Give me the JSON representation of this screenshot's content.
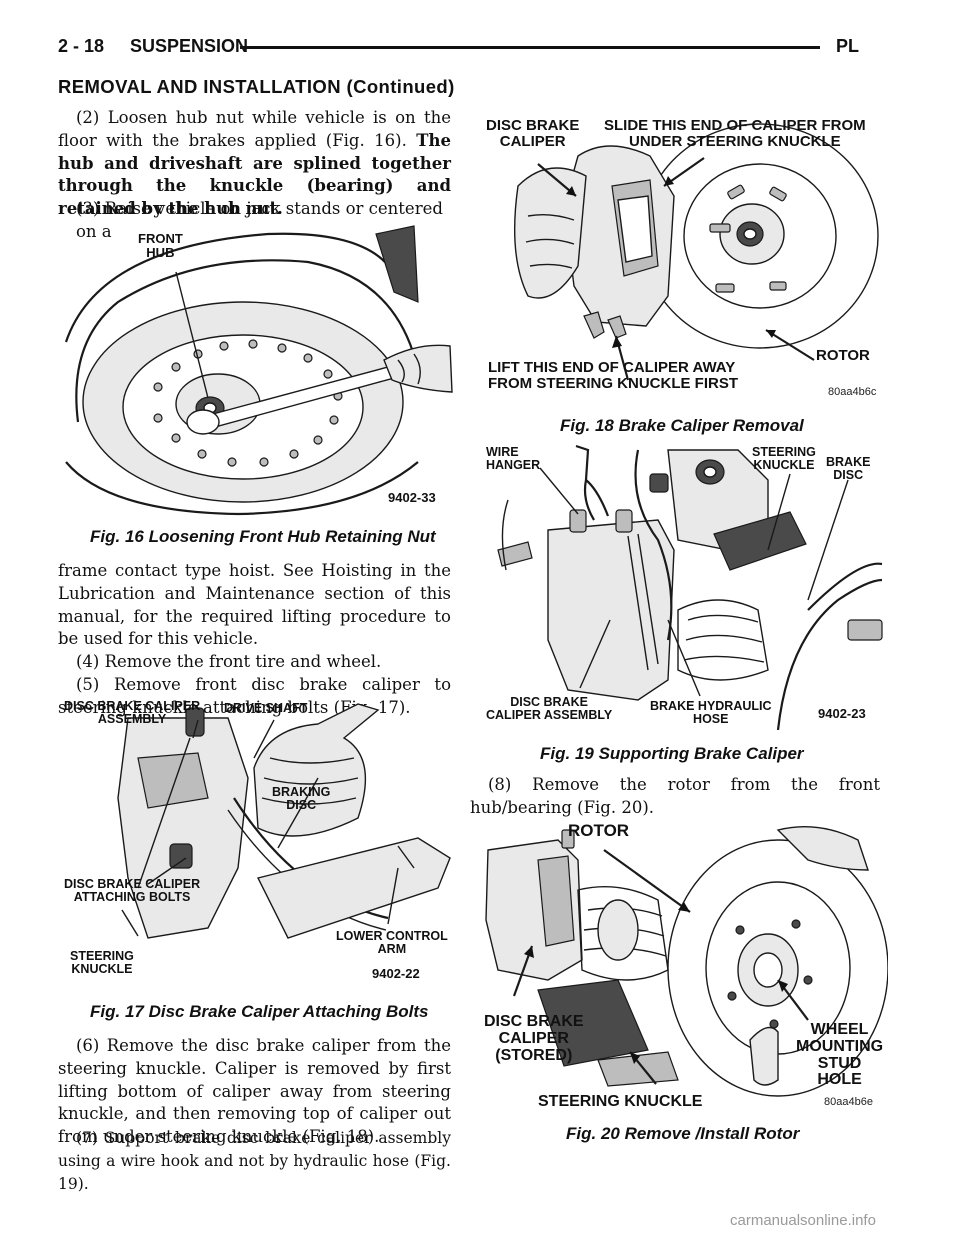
{
  "header": {
    "page_number": "2 - 18",
    "section": "SUSPENSION",
    "code": "PL",
    "subtitle": "REMOVAL AND INSTALLATION (Continued)"
  },
  "left_column": {
    "step2_normal": "(2) Loosen hub nut while vehicle is on the floor with the brakes applied (Fig. 16).",
    "step2_bold": "The hub and driveshaft are splined together through the knuckle (bearing) and retained by the hub nut.",
    "step3_start": "(3) Raise vehicle on jack stands or centered on a",
    "step3_cont": "frame contact type hoist. See Hoisting in the Lubrication and Maintenance section of this manual, for the required lifting procedure to be used for this vehicle.",
    "step4": "(4) Remove the front tire and wheel.",
    "step5": "(5) Remove front disc brake caliper to steering knuckle attaching bolts (Fig. 17).",
    "step6": "(6) Remove the disc brake caliper from the steering knuckle. Caliper is removed by first lifting bottom of caliper away from steering knuckle, and then removing top of caliper out from under steering knuckle (Fig. 18).",
    "step7": "(7) Support brake disc brake caliper assembly using a wire hook and not by hydraulic hose (Fig. 19)."
  },
  "right_column": {
    "step8": "(8) Remove the rotor from the front hub/bearing (Fig. 20)."
  },
  "figures": {
    "fig16": {
      "caption": "Fig. 16 Loosening Front Hub Retaining Nut",
      "label_front_hub_1": "FRONT",
      "label_front_hub_2": "HUB",
      "code": "9402-33"
    },
    "fig17": {
      "caption": "Fig. 17 Disc Brake Caliper Attaching Bolts",
      "label_caliper_assembly_1": "DISC BRAKE CALIPER",
      "label_caliper_assembly_2": "ASSEMBLY",
      "label_drive_shaft": "DRIVE SHAFT",
      "label_braking_disc_1": "BRAKING",
      "label_braking_disc_2": "DISC",
      "label_attaching_bolts_1": "DISC BRAKE CALIPER",
      "label_attaching_bolts_2": "ATTACHING BOLTS",
      "label_steering_knuckle_1": "STEERING",
      "label_steering_knuckle_2": "KNUCKLE",
      "label_lower_control_arm_1": "LOWER CONTROL",
      "label_lower_control_arm_2": "ARM",
      "code": "9402-22"
    },
    "fig18": {
      "caption": "Fig. 18 Brake Caliper Removal",
      "label_caliper_1": "DISC BRAKE",
      "label_caliper_2": "CALIPER",
      "label_slide_1": "SLIDE THIS END OF CALIPER FROM",
      "label_slide_2": "UNDER STEERING KNUCKLE",
      "label_lift_1": "LIFT THIS END OF CALIPER AWAY",
      "label_lift_2": "FROM STEERING KNUCKLE FIRST",
      "label_rotor": "ROTOR",
      "code": "80aa4b6c"
    },
    "fig19": {
      "caption": "Fig. 19 Supporting Brake Caliper",
      "label_wire_hanger_1": "WIRE",
      "label_wire_hanger_2": "HANGER",
      "label_steering_knuckle_1": "STEERING",
      "label_steering_knuckle_2": "KNUCKLE",
      "label_brake_disc_1": "BRAKE",
      "label_brake_disc_2": "DISC",
      "label_caliper_assembly_1": "DISC BRAKE",
      "label_caliper_assembly_2": "CALIPER ASSEMBLY",
      "label_hydraulic_hose_1": "BRAKE HYDRAULIC",
      "label_hydraulic_hose_2": "HOSE",
      "code": "9402-23"
    },
    "fig20": {
      "caption": "Fig. 20 Remove /Install Rotor",
      "label_rotor": "ROTOR",
      "label_caliper_1": "DISC BRAKE",
      "label_caliper_2": "CALIPER",
      "label_caliper_3": "(STORED)",
      "label_wheel_stud_1": "WHEEL",
      "label_wheel_stud_2": "MOUNTING",
      "label_wheel_stud_3": "STUD",
      "label_wheel_stud_4": "HOLE",
      "label_steering_knuckle": "STEERING KNUCKLE",
      "code": "80aa4b6e"
    }
  },
  "watermark": "carmanualsonline.info"
}
